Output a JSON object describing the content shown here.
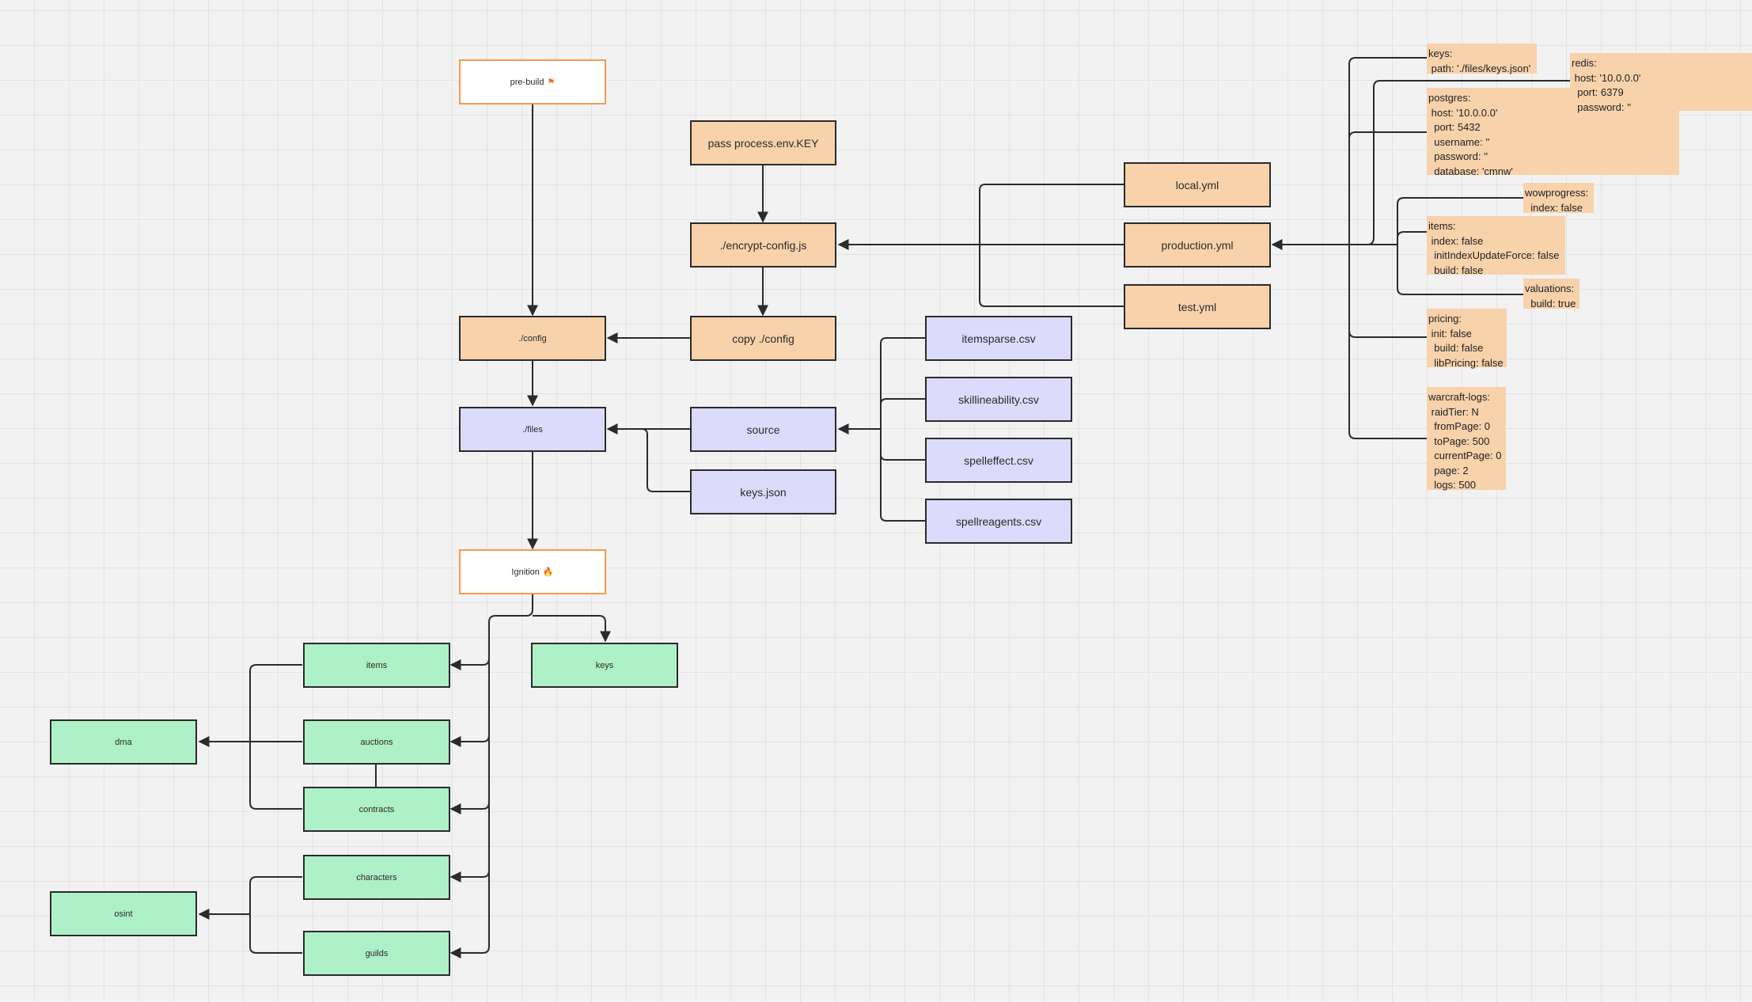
{
  "nodes": {
    "prebuild": {
      "label": "pre-build",
      "icon": "flag-icon"
    },
    "ignition": {
      "label": "Ignition",
      "icon": "flame-icon"
    },
    "pass_key": {
      "label": "pass process.env.KEY"
    },
    "encrypt_config": {
      "label": "./encrypt-config.js"
    },
    "copy_config": {
      "label": "copy ./config"
    },
    "config": {
      "label": "./config"
    },
    "files": {
      "label": "./files"
    },
    "source": {
      "label": "source"
    },
    "keys_json": {
      "label": "keys.json"
    },
    "itemsparse": {
      "label": "itemsparse.csv"
    },
    "skillineability": {
      "label": "skillineability.csv"
    },
    "spelleffect": {
      "label": "spelleffect.csv"
    },
    "spellreagents": {
      "label": "spellreagents.csv"
    },
    "local_yml": {
      "label": "local.yml"
    },
    "production_yml": {
      "label": "production.yml"
    },
    "test_yml": {
      "label": "test.yml"
    },
    "items": {
      "label": "items"
    },
    "keys": {
      "label": "keys"
    },
    "auctions": {
      "label": "auctions"
    },
    "contracts": {
      "label": "contracts"
    },
    "characters": {
      "label": "characters"
    },
    "guilds": {
      "label": "guilds"
    },
    "dma": {
      "label": "dma"
    },
    "osint": {
      "label": "osint"
    }
  },
  "notes": {
    "keys": [
      "keys:",
      " path: './files/keys.json'"
    ],
    "redis": [
      "redis:",
      " host: '10.0.0.0'",
      "  port: 6379",
      "  password: ''"
    ],
    "postgres": [
      "postgres:",
      " host: '10.0.0.0'",
      "  port: 5432",
      "  username: ''",
      "  password: ''",
      "  database: 'cmnw'"
    ],
    "wowprogress": [
      "wowprogress:",
      "  index: false"
    ],
    "items": [
      "items:",
      " index: false",
      "  initIndexUpdateForce: false",
      "  build: false"
    ],
    "valuations": [
      "valuations:",
      "  build: true"
    ],
    "pricing": [
      "pricing:",
      " init: false",
      "  build: false",
      "  libPricing: false"
    ],
    "warcraft_logs": [
      "warcraft-logs:",
      " raidTier: N",
      "  fromPage: 0",
      "  toPage: 500",
      "  currentPage: 0",
      "  page: 2",
      "  logs: 500"
    ]
  },
  "colors": {
    "config_fill": "#f7d2ab",
    "files_fill": "#dcdbfb",
    "worker_fill": "#aef0c8",
    "stage_border": "#f59a4a",
    "line": "#2b2b2b"
  }
}
